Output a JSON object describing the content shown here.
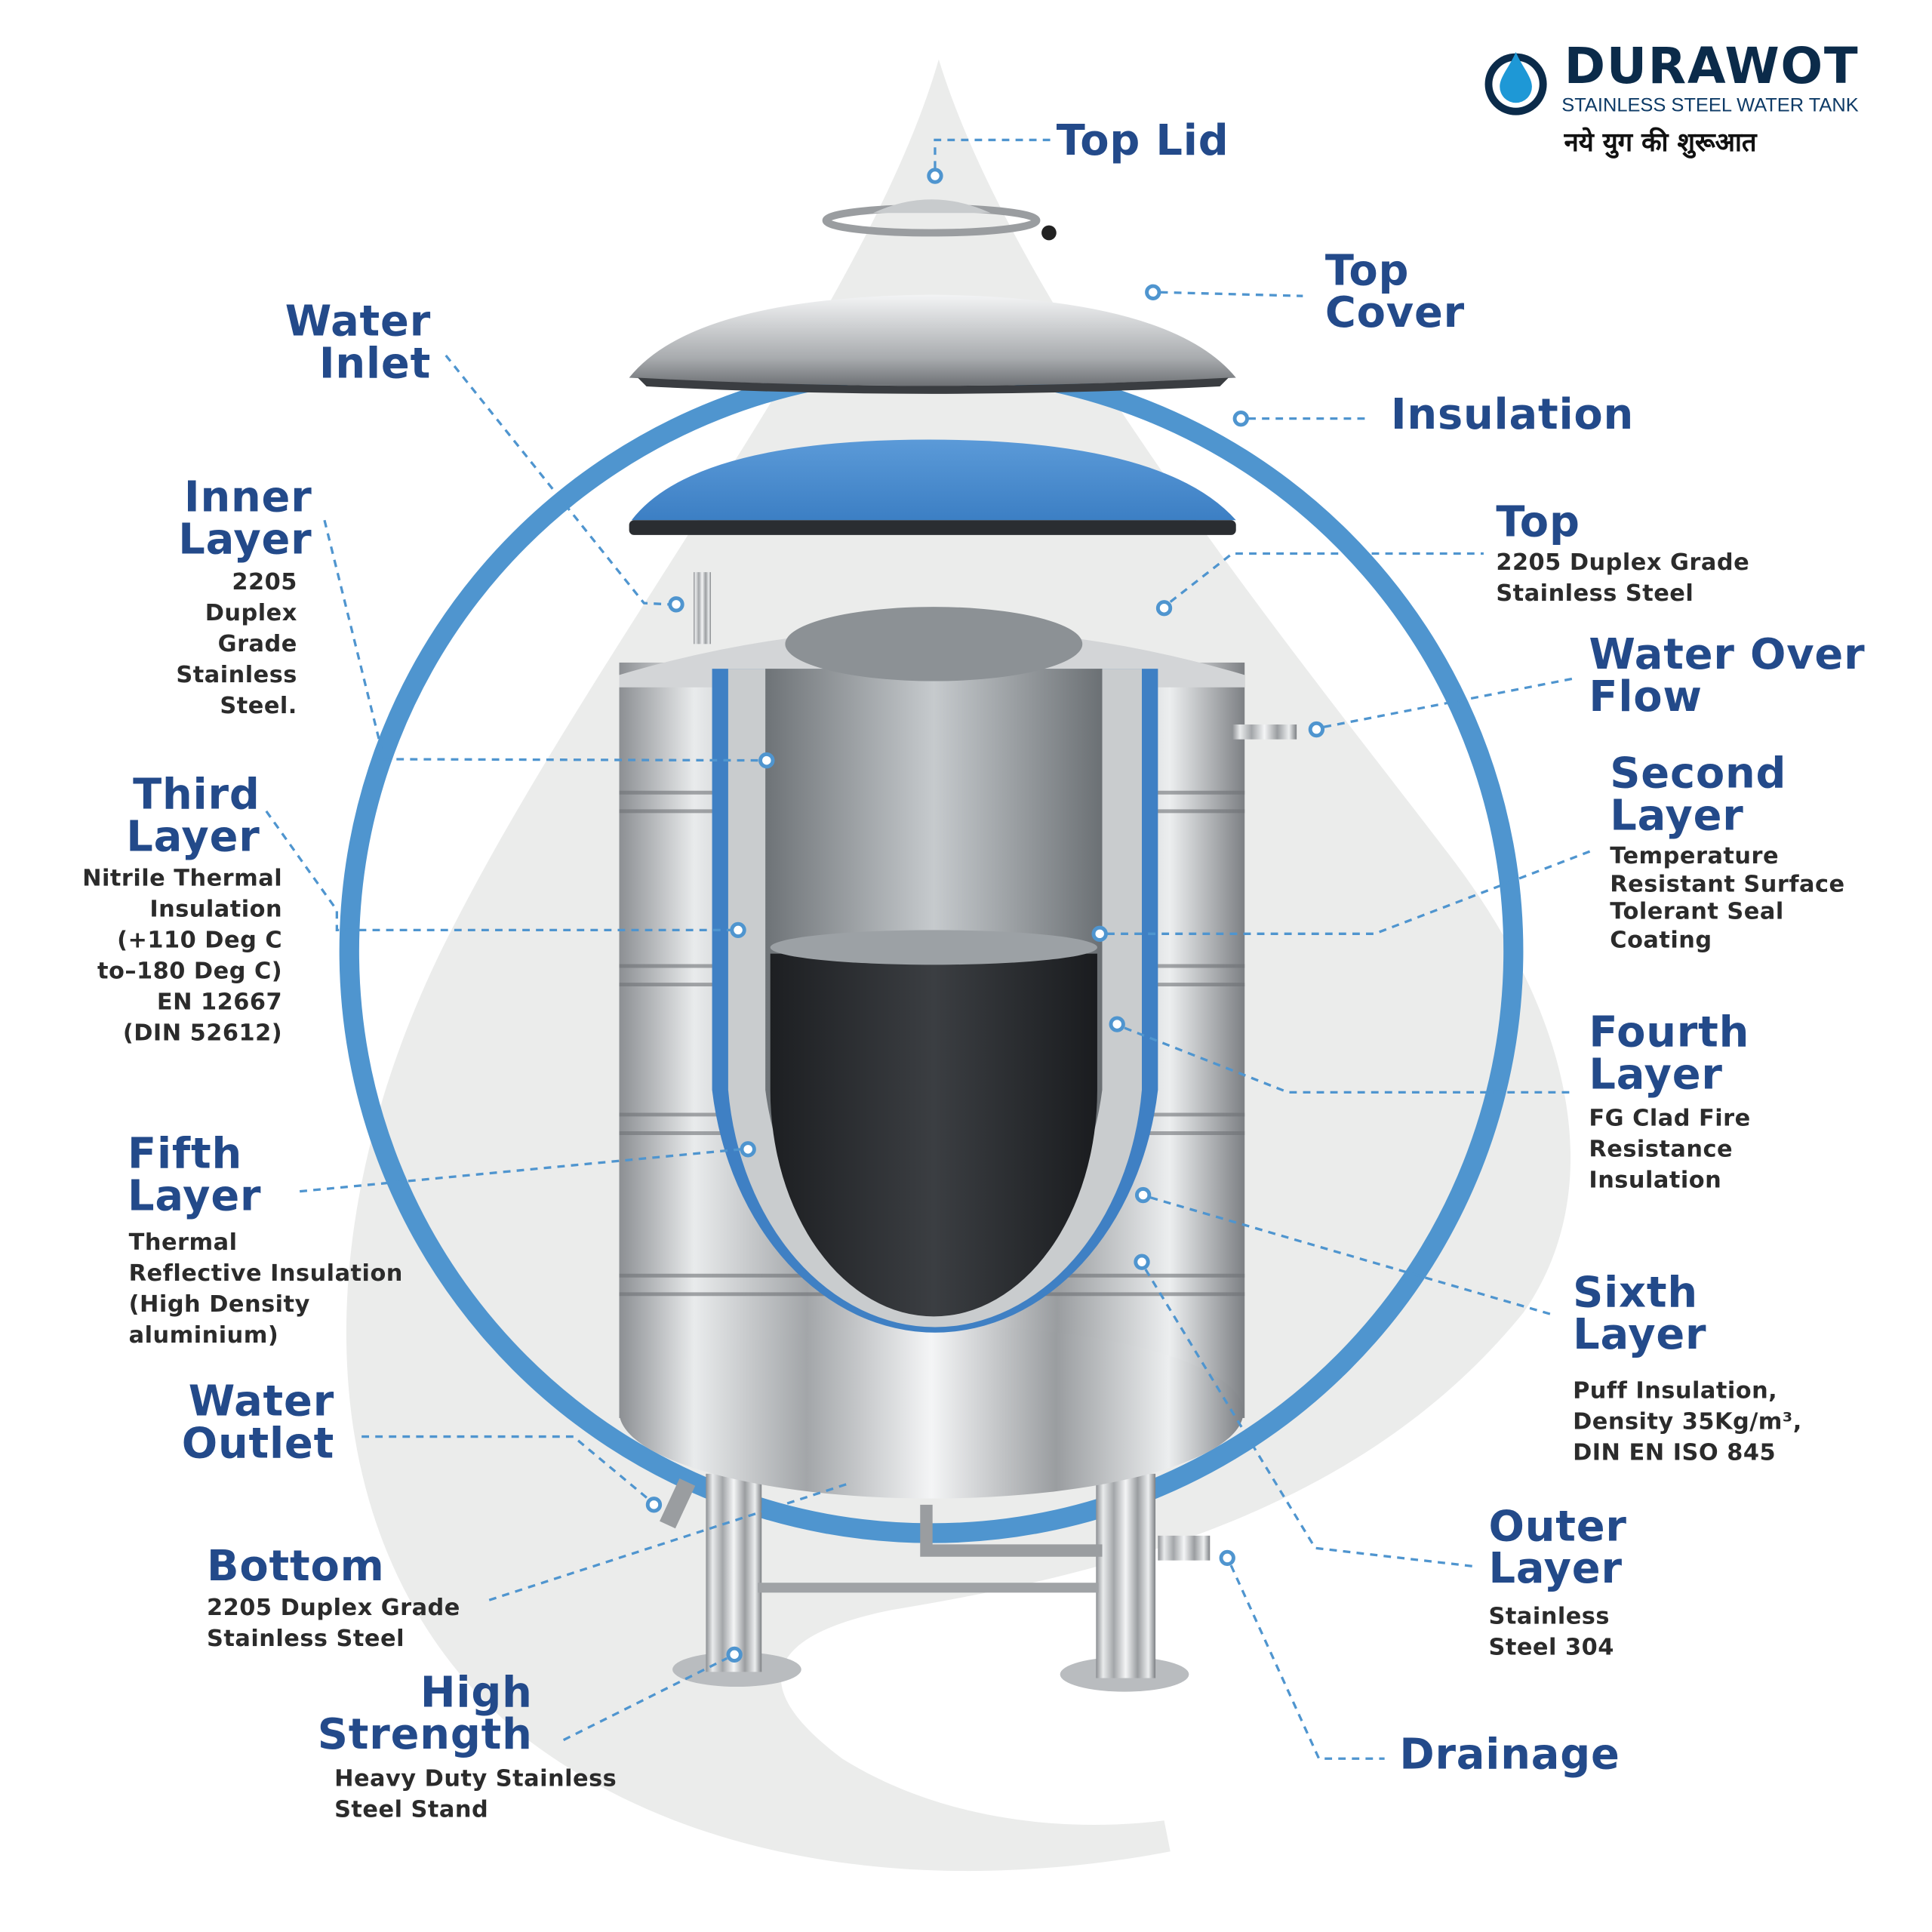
{
  "brand": {
    "name": "DURAWOT",
    "tagline": "STAINLESS STEEL WATER TANK",
    "slogan": "नये युग की शुरूआत"
  },
  "colors": {
    "heading": "#234a8a",
    "ring": "#4f95cf",
    "leader": "#4f95cf",
    "drop": "#ebeceb"
  },
  "callouts": {
    "top_lid": {
      "title": "Top Lid"
    },
    "top_cover": {
      "title1": "Top",
      "title2": "Cover"
    },
    "insulation": {
      "title": "Insulation"
    },
    "water_inlet": {
      "title1": "Water",
      "title2": "Inlet"
    },
    "inner_layer": {
      "title1": "Inner",
      "title2": "Layer",
      "desc": [
        "2205",
        "Duplex",
        "Grade",
        "Stainless",
        "Steel."
      ]
    },
    "third_layer": {
      "title1": "Third",
      "title2": "Layer",
      "desc": [
        "Nitrile Thermal",
        "Insulation",
        "(+110 Deg C",
        "to–180 Deg C)",
        "EN 12667",
        "(DIN 52612)"
      ]
    },
    "fifth_layer": {
      "title1": "Fifth",
      "title2": "Layer",
      "desc": [
        "Thermal",
        "Reflective Insulation",
        "(High Density",
        "aluminium)"
      ]
    },
    "water_outlet": {
      "title1": "Water",
      "title2": "Outlet"
    },
    "bottom": {
      "title": "Bottom",
      "desc": [
        "2205 Duplex Grade",
        "Stainless Steel"
      ]
    },
    "high_strength": {
      "title1": "High",
      "title2": "Strength",
      "desc": [
        "Heavy Duty Stainless",
        "Steel Stand"
      ]
    },
    "top": {
      "title": "Top",
      "desc": [
        "2205 Duplex Grade",
        "Stainless Steel"
      ]
    },
    "water_over_flow": {
      "title1": "Water Over",
      "title2": "Flow"
    },
    "second_layer": {
      "title1": "Second",
      "title2": "Layer",
      "desc": [
        "Temperature",
        "Resistant Surface",
        "Tolerant Seal",
        "Coating"
      ]
    },
    "fourth_layer": {
      "title1": "Fourth",
      "title2": "Layer",
      "desc": [
        "FG Clad Fire",
        "Resistance",
        "Insulation"
      ]
    },
    "sixth_layer": {
      "title1": "Sixth",
      "title2": "Layer",
      "desc": [
        "Puff Insulation,",
        "Density 35Kg/m³,",
        "DIN EN ISO 845"
      ]
    },
    "outer_layer": {
      "title1": "Outer",
      "title2": "Layer",
      "desc": [
        "Stainless",
        "Steel 304"
      ]
    },
    "drainage": {
      "title": "Drainage"
    }
  }
}
